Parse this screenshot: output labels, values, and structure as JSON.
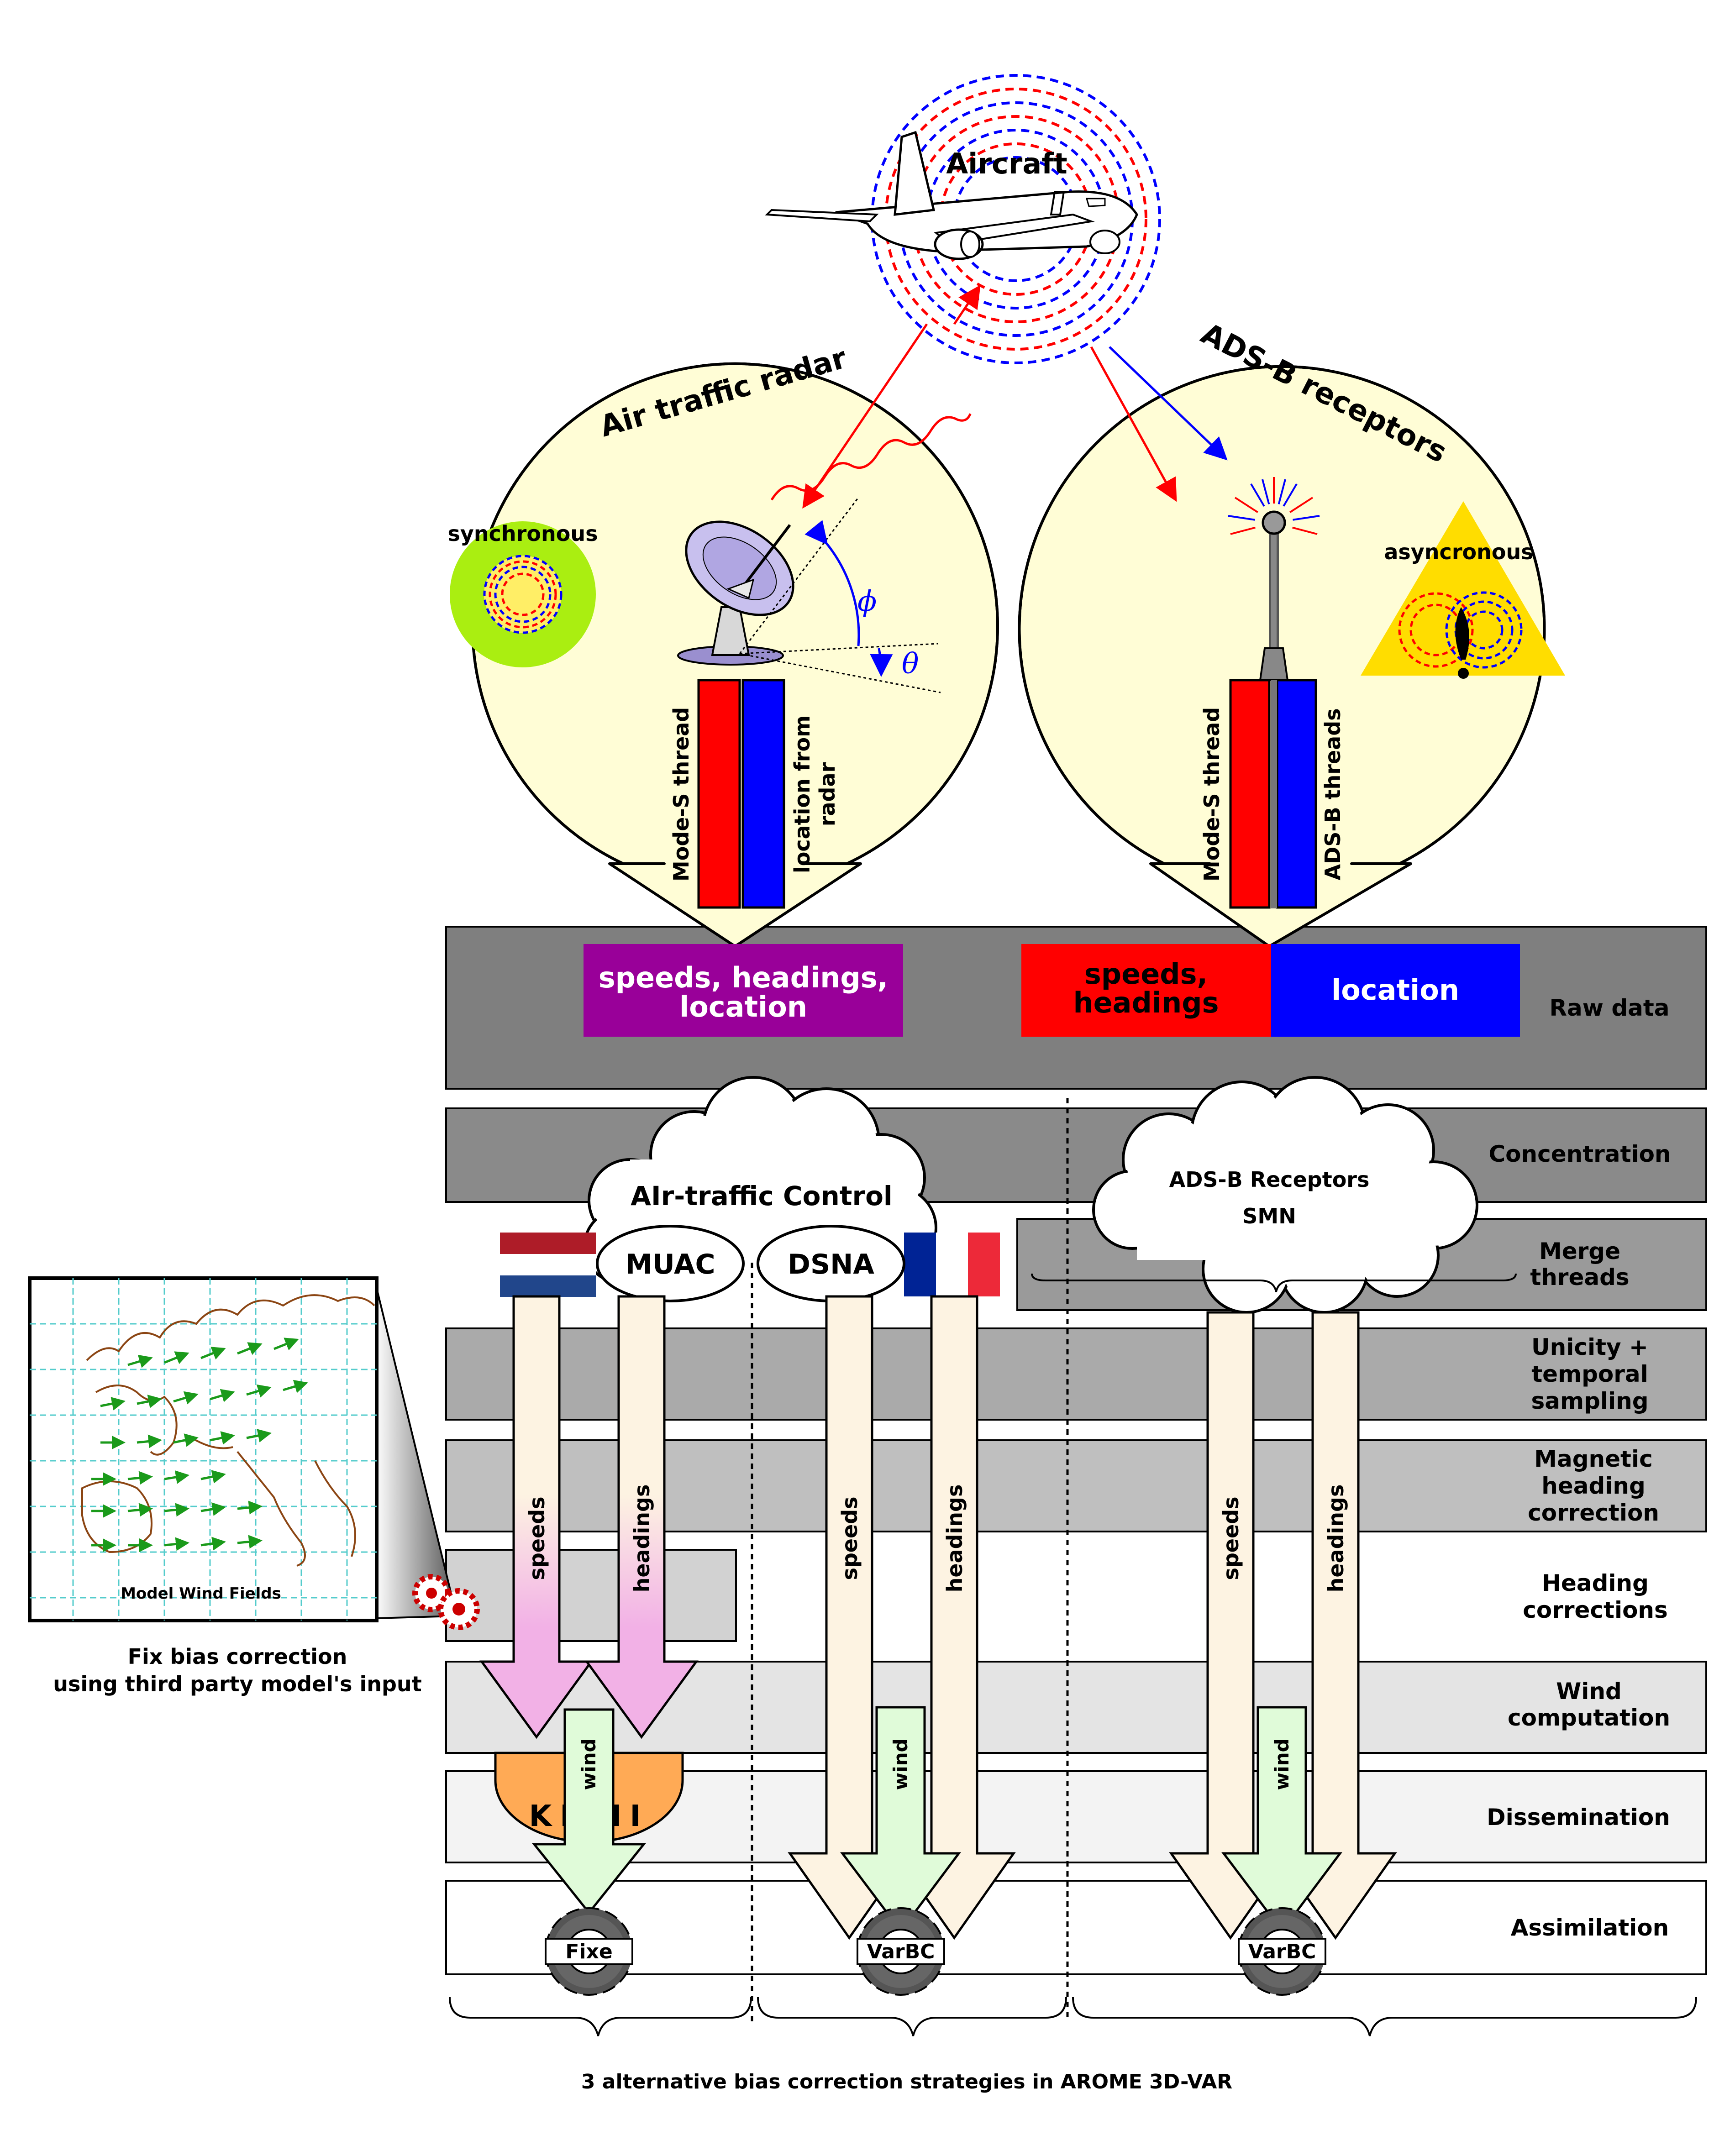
{
  "aircraft": {
    "label": "Aircraft"
  },
  "radar": {
    "title": "Air traffic radar",
    "sync_label": "synchronous",
    "phi_symbol": "ϕ",
    "theta_symbol": "θ",
    "thread_modes": "Mode-S thread",
    "thread_location_1": "location from",
    "thread_location_2": "radar"
  },
  "adsb": {
    "title": "ADS-B receptors",
    "async_label": "asyncronous",
    "thread_modes": "Mode-S thread",
    "thread_adsb": "ADS-B threads"
  },
  "raw": {
    "purple_1": "speeds, headings,",
    "purple_2": "location",
    "red_1": "speeds,",
    "red_2": "headings",
    "blue": "location"
  },
  "stages": {
    "raw_data": "Raw data",
    "concentration": "Concentration",
    "merge_1": "Merge",
    "merge_2": "threads",
    "unicity_1": "Unicity +",
    "unicity_2": "temporal",
    "unicity_3": "sampling",
    "magnetic_1": "Magnetic",
    "magnetic_2": "heading",
    "magnetic_3": "correction",
    "heading_1": "Heading",
    "heading_2": "corrections",
    "wind_1": "Wind",
    "wind_2": "computation",
    "dissemination": "Dissemination",
    "assimilation": "Assimilation"
  },
  "atc": {
    "cloud_label": "AIr-traffic Control",
    "muac": "MUAC",
    "dsna": "DSNA",
    "adsb_cloud_1": "ADS-B Receptors",
    "adsb_cloud_2": "SMN"
  },
  "arrows": {
    "speeds": "speeds",
    "headings": "headings",
    "wind": "wind"
  },
  "knmi": "KNMI",
  "gears": {
    "fixe": "Fixe",
    "varbc": "VarBC"
  },
  "map": {
    "title": "Model Wind Fields",
    "caption_1": "Fix bias correction",
    "caption_2": "using third party model's input"
  },
  "footer": "3 alternative bias correction strategies in AROME 3D-VAR",
  "colors": {
    "red": "#ff0000",
    "blue": "#0000ff",
    "purple": "#990099",
    "circle_fill": "#fffdd6",
    "gray_dark": "#808080",
    "gray_mid": "#9a9a9a",
    "gray_light": "#c8c8c8",
    "knmi_orange": "#ffaa55",
    "pink": "#f2b1e6",
    "cream": "#fdf3e2",
    "wind_green": "#e0fbd9"
  }
}
